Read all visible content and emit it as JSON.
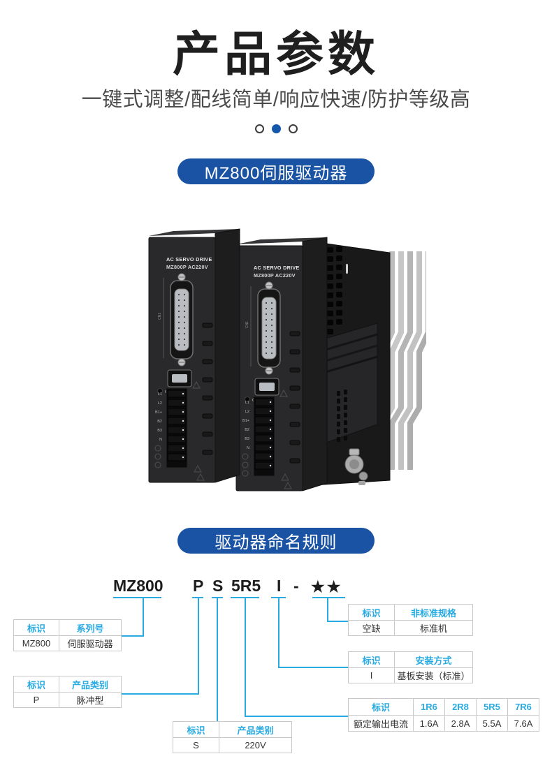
{
  "page": {
    "title": "产品参数",
    "subtitle": "一键式调整/配线简单/响应快速/防护等级高"
  },
  "carousel": {
    "dot_count": 3,
    "active_index": 1
  },
  "badges": {
    "product": "MZ800伺服驱动器",
    "naming": "驱动器命名规则"
  },
  "device": {
    "brand_line1": "AC SERVO DRIVE",
    "brand_line2": "MZ800P AC220V",
    "port_label": "CN1",
    "charge_label": "CHARGE",
    "terminal_labels": [
      "L1",
      "L2",
      "B1+",
      "B2",
      "B3",
      "N"
    ]
  },
  "naming": {
    "code_parts": [
      "MZ800",
      "P",
      "S",
      "5R5",
      "I",
      "-",
      "★★"
    ],
    "tables": {
      "series": {
        "headers": [
          "标识",
          "系列号"
        ],
        "row": [
          "MZ800",
          "伺服驱动器"
        ]
      },
      "category_p": {
        "headers": [
          "标识",
          "产品类别"
        ],
        "row": [
          "P",
          "脉冲型"
        ]
      },
      "voltage": {
        "headers": [
          "标识",
          "产品类别"
        ],
        "row": [
          "S",
          "220V"
        ]
      },
      "nonstandard": {
        "headers": [
          "标识",
          "非标准规格"
        ],
        "row": [
          "空缺",
          "标准机"
        ]
      },
      "mounting": {
        "headers": [
          "标识",
          "安装方式"
        ],
        "row": [
          "I",
          "基板安装（标准）"
        ]
      },
      "current": {
        "headers": [
          "标识",
          "1R6",
          "2R8",
          "5R5",
          "7R6"
        ],
        "row": [
          "额定输出电流",
          "1.6A",
          "2.8A",
          "5.5A",
          "7.6A"
        ]
      }
    }
  },
  "colors": {
    "brand_blue": "#1a53a4",
    "active_dot_blue": "#1557ab",
    "line_cyan": "#29abe2",
    "table_border": "#c9c9c9"
  }
}
